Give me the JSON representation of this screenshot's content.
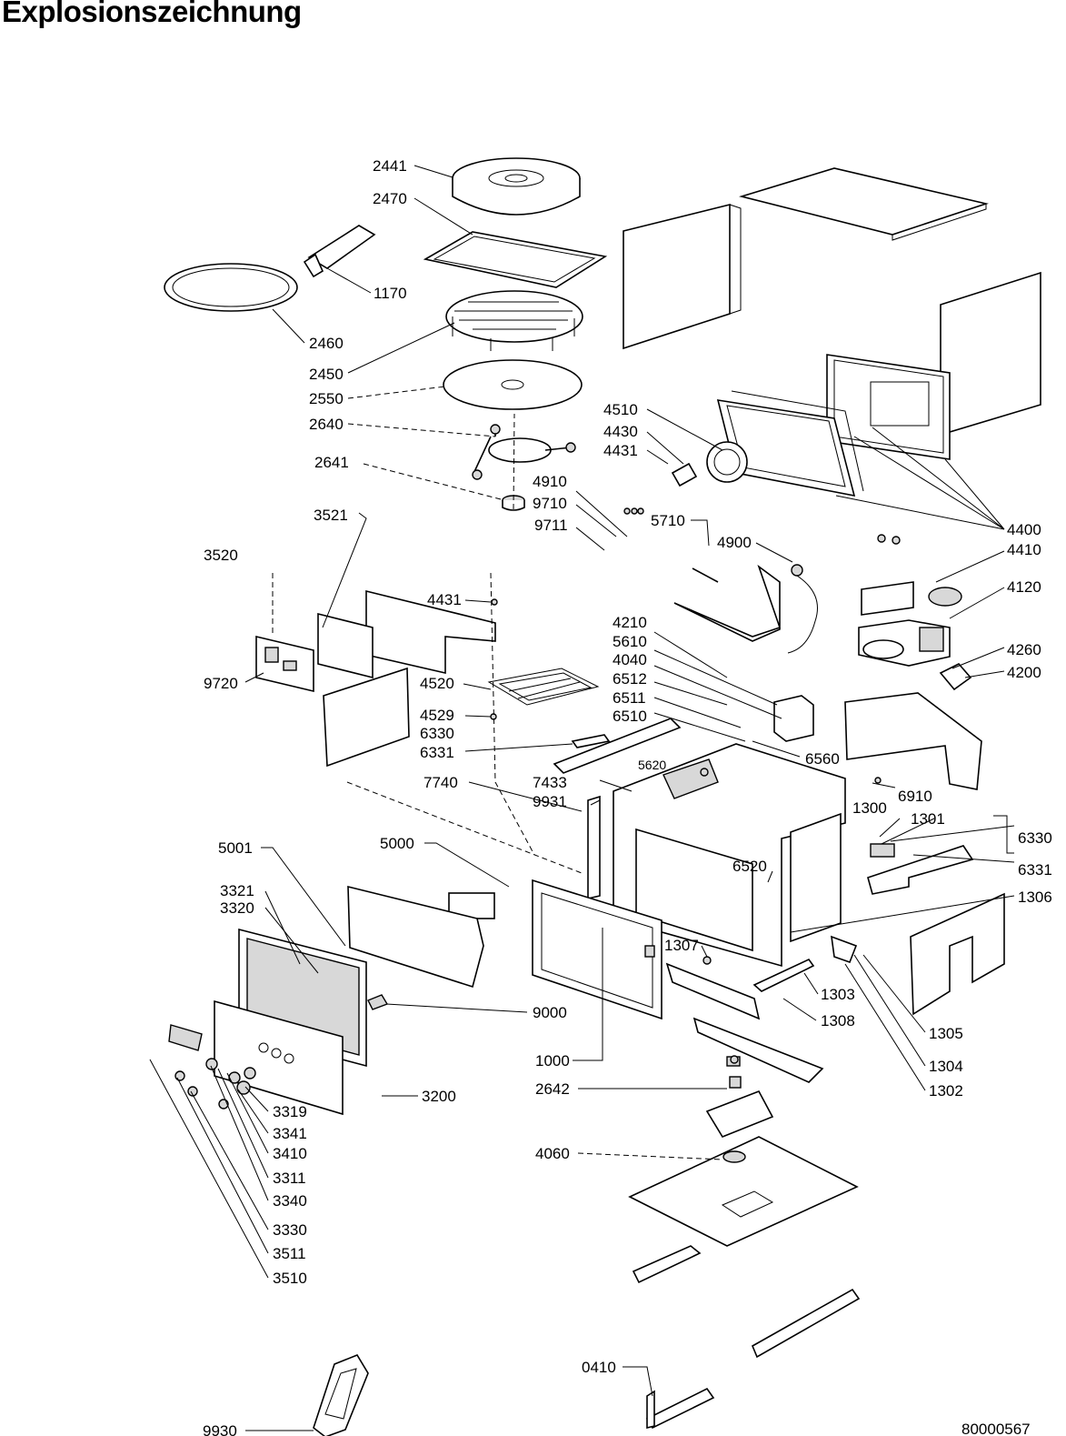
{
  "title": "Explosionszeichnung",
  "drawing_number": "80000567",
  "labels": {
    "l2441": "2441",
    "l2470": "2470",
    "l1170": "1170",
    "l2460": "2460",
    "l2450": "2450",
    "l2550": "2550",
    "l2640": "2640",
    "l2641": "2641",
    "l4510": "4510",
    "l4430": "4430",
    "l4431a": "4431",
    "l4910": "4910",
    "l9710": "9710",
    "l9711": "9711",
    "l5710": "5710",
    "l4900": "4900",
    "l4400": "4400",
    "l4410": "4410",
    "l4120": "4120",
    "l3521": "3521",
    "l3520": "3520",
    "l4431b": "4431",
    "l4210": "4210",
    "l5610": "5610",
    "l4040": "4040",
    "l6512": "6512",
    "l6511": "6511",
    "l6510": "6510",
    "l4260": "4260",
    "l4200": "4200",
    "l9720": "9720",
    "l4520": "4520",
    "l4529": "4529",
    "l6330a": "6330",
    "l6331a": "6331",
    "l6560": "6560",
    "l5620": "5620",
    "l7740": "7740",
    "l7433": "7433",
    "l9931": "9931",
    "l6910": "6910",
    "l1300": "1300",
    "l1301": "1301",
    "l6330b": "6330",
    "l6331b": "6331",
    "l5001": "5001",
    "l5000": "5000",
    "l6520": "6520",
    "l1306": "1306",
    "l3321": "3321",
    "l3320": "3320",
    "l1307": "1307",
    "l1303": "1303",
    "l9000": "9000",
    "l1308": "1308",
    "l1305": "1305",
    "l1000": "1000",
    "l1304": "1304",
    "l3200": "3200",
    "l1302": "1302",
    "l2642": "2642",
    "l3319": "3319",
    "l3341": "3341",
    "l3410": "3410",
    "l4060": "4060",
    "l3311": "3311",
    "l3340": "3340",
    "l3330": "3330",
    "l3511": "3511",
    "l3510": "3510",
    "l0410": "0410",
    "l9930": "9930"
  }
}
